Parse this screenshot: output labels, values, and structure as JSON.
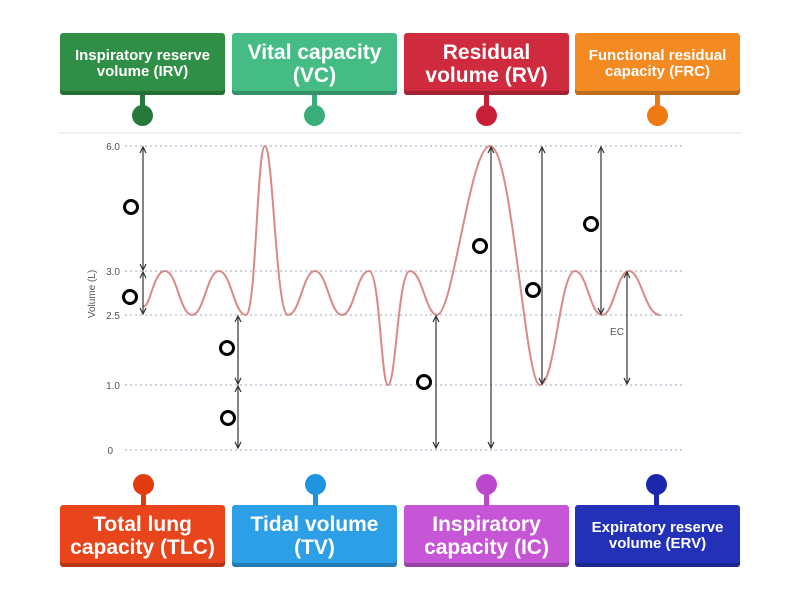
{
  "top_labels": [
    {
      "text": "Inspiratory reserve volume (IRV)",
      "color": "#2f8f46",
      "dot_color": "#257a3a",
      "size": "small"
    },
    {
      "text": "Vital capacity (VC)",
      "color": "#45bc86",
      "dot_color": "#3aae7a",
      "size": "big"
    },
    {
      "text": "Residual volume (RV)",
      "color": "#d02a3e",
      "dot_color": "#c81f38",
      "size": "big"
    },
    {
      "text": "Functional residual capacity (FRC)",
      "color": "#f48a22",
      "dot_color": "#f07a12",
      "size": "small"
    }
  ],
  "bottom_labels": [
    {
      "text": "Total lung capacity (TLC)",
      "color": "#e8451c",
      "dot_color": "#e03c10",
      "size": "big"
    },
    {
      "text": "Tidal volume (TV)",
      "color": "#2c9fe6",
      "dot_color": "#1f95e0",
      "size": "big"
    },
    {
      "text": "Inspiratory capacity (IC)",
      "color": "#c656d6",
      "dot_color": "#bb48cc",
      "size": "big"
    },
    {
      "text": "Expiratory reserve volume (ERV)",
      "color": "#2331b8",
      "dot_color": "#1c28ac",
      "size": "small"
    }
  ],
  "chart": {
    "ylabel": "Volume (L)",
    "y_ticks": [
      "6.0",
      "3.0",
      "2.5",
      "1.0",
      "0"
    ],
    "annotation": "EC"
  },
  "colors": {
    "curve": "#d98a86",
    "gridline": "#9aa7c3",
    "arrow": "#333333",
    "marker": "#000000"
  }
}
